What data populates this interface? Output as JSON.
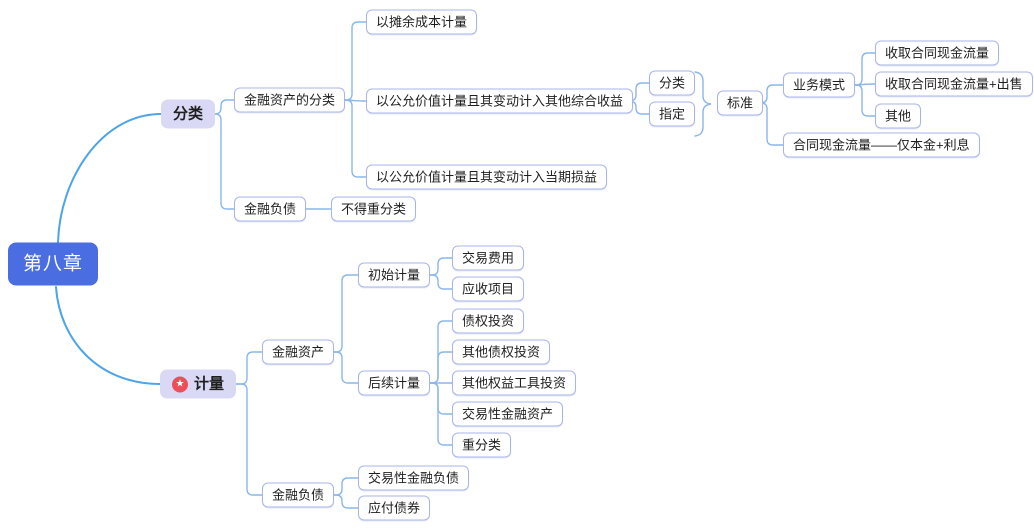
{
  "colors": {
    "root_bg": "#4a6de2",
    "root_text": "#ffffff",
    "branch_bg": "#d9d9f5",
    "node_border": "#a9b4ed",
    "root_connector_line": "#4da4e8",
    "sub_connector_line": "#8ab7ea",
    "star_icon_bg": "#ee4d5a"
  },
  "mindmap": {
    "root": "第八章",
    "classification": {
      "label": "分类",
      "financial_asset_classification": {
        "label": "金融资产的分类",
        "amortized_cost": "以摊余成本计量",
        "fvoci": {
          "label": "以公允价值计量且其变动计入其他综合收益",
          "classified": "分类",
          "designated": "指定",
          "criteria": {
            "label": "标准",
            "business_model": {
              "label": "业务模式",
              "collect_cash_flows": "收取合同现金流量",
              "collect_cash_flows_and_sell": "收取合同现金流量+出售",
              "other": "其他"
            },
            "contractual_cash_flows": "合同现金流量——仅本金+利息"
          }
        },
        "fvtpl": "以公允价值计量且其变动计入当期损益"
      },
      "financial_liabilities": {
        "label": "金融负债",
        "no_reclassification": "不得重分类"
      }
    },
    "measurement": {
      "label": "计量",
      "star_icon": "★",
      "financial_assets": {
        "label": "金融资产",
        "initial_measurement": {
          "label": "初始计量",
          "transaction_costs": "交易费用",
          "receivables": "应收项目"
        },
        "subsequent_measurement": {
          "label": "后续计量",
          "debt_investments": "债权投资",
          "other_debt_investments": "其他债权投资",
          "other_equity_investments": "其他权益工具投资",
          "trading_financial_assets": "交易性金融资产",
          "reclassification": "重分类"
        }
      },
      "financial_liabilities": {
        "label": "金融负债",
        "trading_financial_liabilities": "交易性金融负债",
        "bonds_payable": "应付债券"
      }
    }
  }
}
